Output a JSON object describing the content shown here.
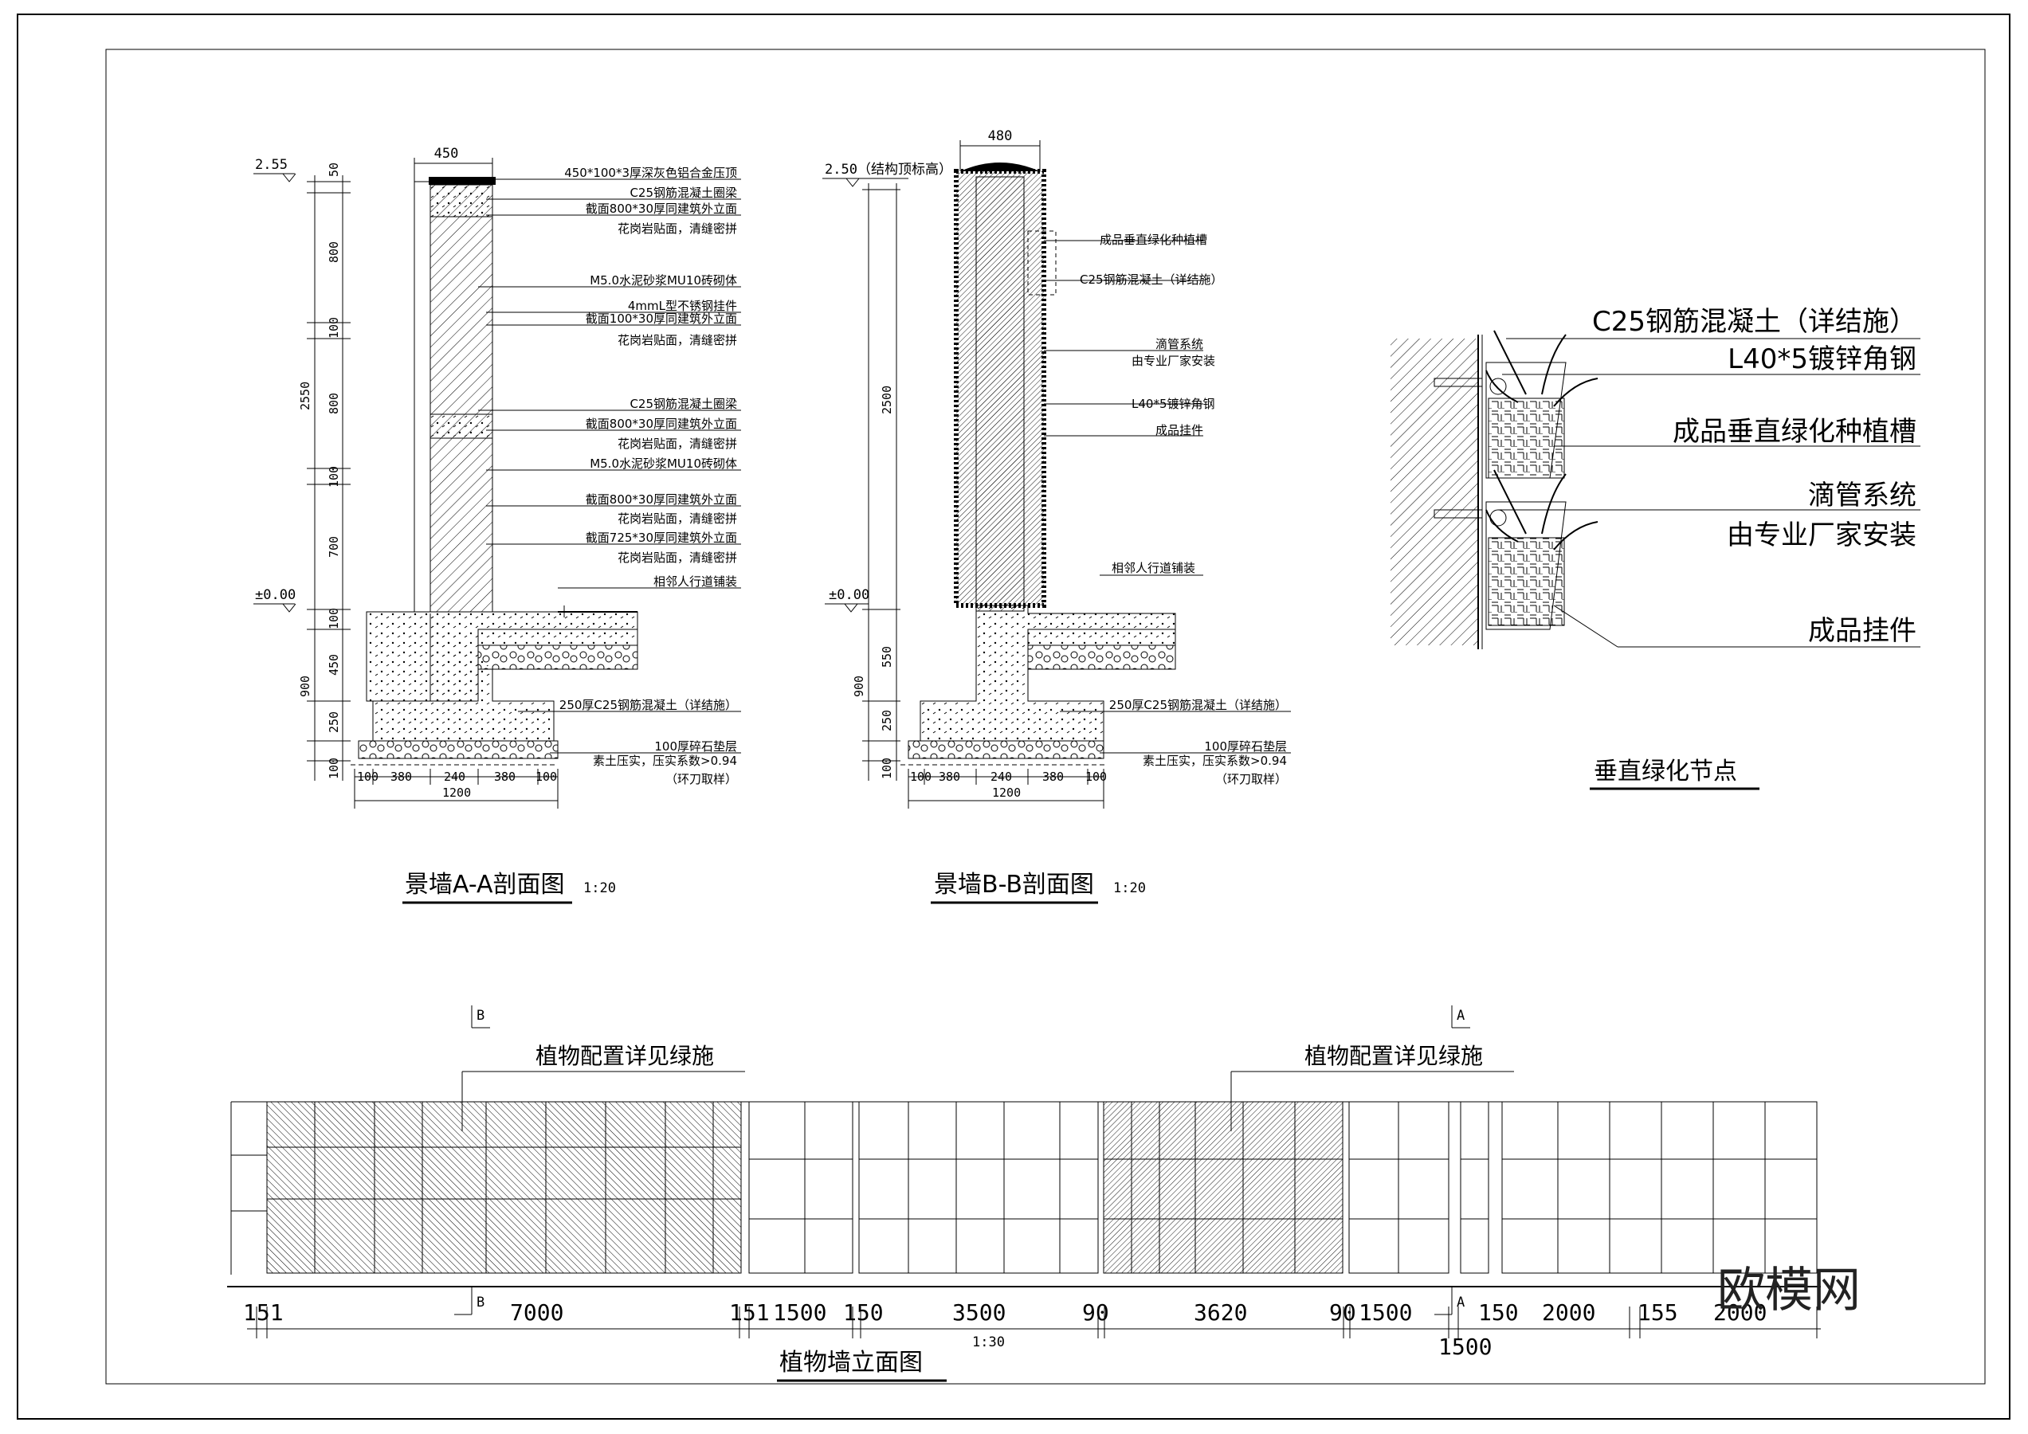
{
  "watermark": "欧模网",
  "section_a": {
    "title": "景墙A-A剖面图",
    "scale": "1:20",
    "width_top": "450",
    "level_top": "2.55",
    "level_zero": "±0.00",
    "dims_left": [
      "50",
      "800",
      "100",
      "800",
      "100",
      "700",
      "100",
      "450",
      "250",
      "100"
    ],
    "dim_total_wall": "2550",
    "dim_total_found": "900",
    "dims_bottom": [
      "100",
      "380",
      "240",
      "380",
      "100"
    ],
    "dim_bottom_total": "1200",
    "notes": [
      "450*100*3厚深灰色铝合金压顶",
      "C25钢筋混凝土圈梁",
      "截面800*30厚同建筑外立面",
      "花岗岩贴面，清缝密拼",
      "M5.0水泥砂浆MU10砖砌体",
      "4mmL型不锈钢挂件",
      "截面100*30厚同建筑外立面",
      "花岗岩贴面，清缝密拼",
      "C25钢筋混凝土圈梁",
      "截面800*30厚同建筑外立面",
      "花岗岩贴面，清缝密拼",
      "M5.0水泥砂浆MU10砖砌体",
      "截面800*30厚同建筑外立面",
      "花岗岩贴面，清缝密拼",
      "截面725*30厚同建筑外立面",
      "花岗岩贴面，清缝密拼",
      "相邻人行道铺装"
    ],
    "found_notes": [
      "250厚C25钢筋混凝土（详结施）",
      "100厚碎石垫层",
      "素土压实，压实系数>0.94",
      "（环刀取样）"
    ]
  },
  "section_b": {
    "title": "景墙B-B剖面图",
    "scale": "1:20",
    "width_top": "480",
    "level_top": "2.50（结构顶标高）",
    "level_zero": "±0.00",
    "dims_left": [
      "2500",
      "550",
      "250",
      "100"
    ],
    "dim_total_found": "900",
    "dims_bottom": [
      "100",
      "380",
      "240",
      "380",
      "100"
    ],
    "dim_bottom_total": "1200",
    "notes": [
      "成品垂直绿化种植槽",
      "C25钢筋混凝土（详结施）",
      "滴管系统",
      "由专业厂家安装",
      "L40*5镀锌角钢",
      "成品挂件",
      "相邻人行道铺装"
    ],
    "found_notes": [
      "250厚C25钢筋混凝土（详结施）",
      "100厚碎石垫层",
      "素土压实，压实系数>0.94",
      "（环刀取样）"
    ]
  },
  "node_detail": {
    "title": "垂直绿化节点",
    "notes": [
      "C25钢筋混凝土（详结施）",
      "L40*5镀锌角钢",
      "成品垂直绿化种植槽",
      "滴管系统",
      "由专业厂家安装",
      "成品挂件"
    ]
  },
  "elevation": {
    "title": "植物墙立面图",
    "scale": "1:30",
    "plant_note_1": "植物配置详见绿施",
    "plant_note_2": "植物配置详见绿施",
    "cut_b": "B",
    "cut_a": "A",
    "dims": [
      "151",
      "7000",
      "151",
      "1500",
      "150",
      "3500",
      "90",
      "3620",
      "90",
      "1500",
      "150",
      "2000",
      "155",
      "2000"
    ],
    "dim_below": "1500"
  }
}
